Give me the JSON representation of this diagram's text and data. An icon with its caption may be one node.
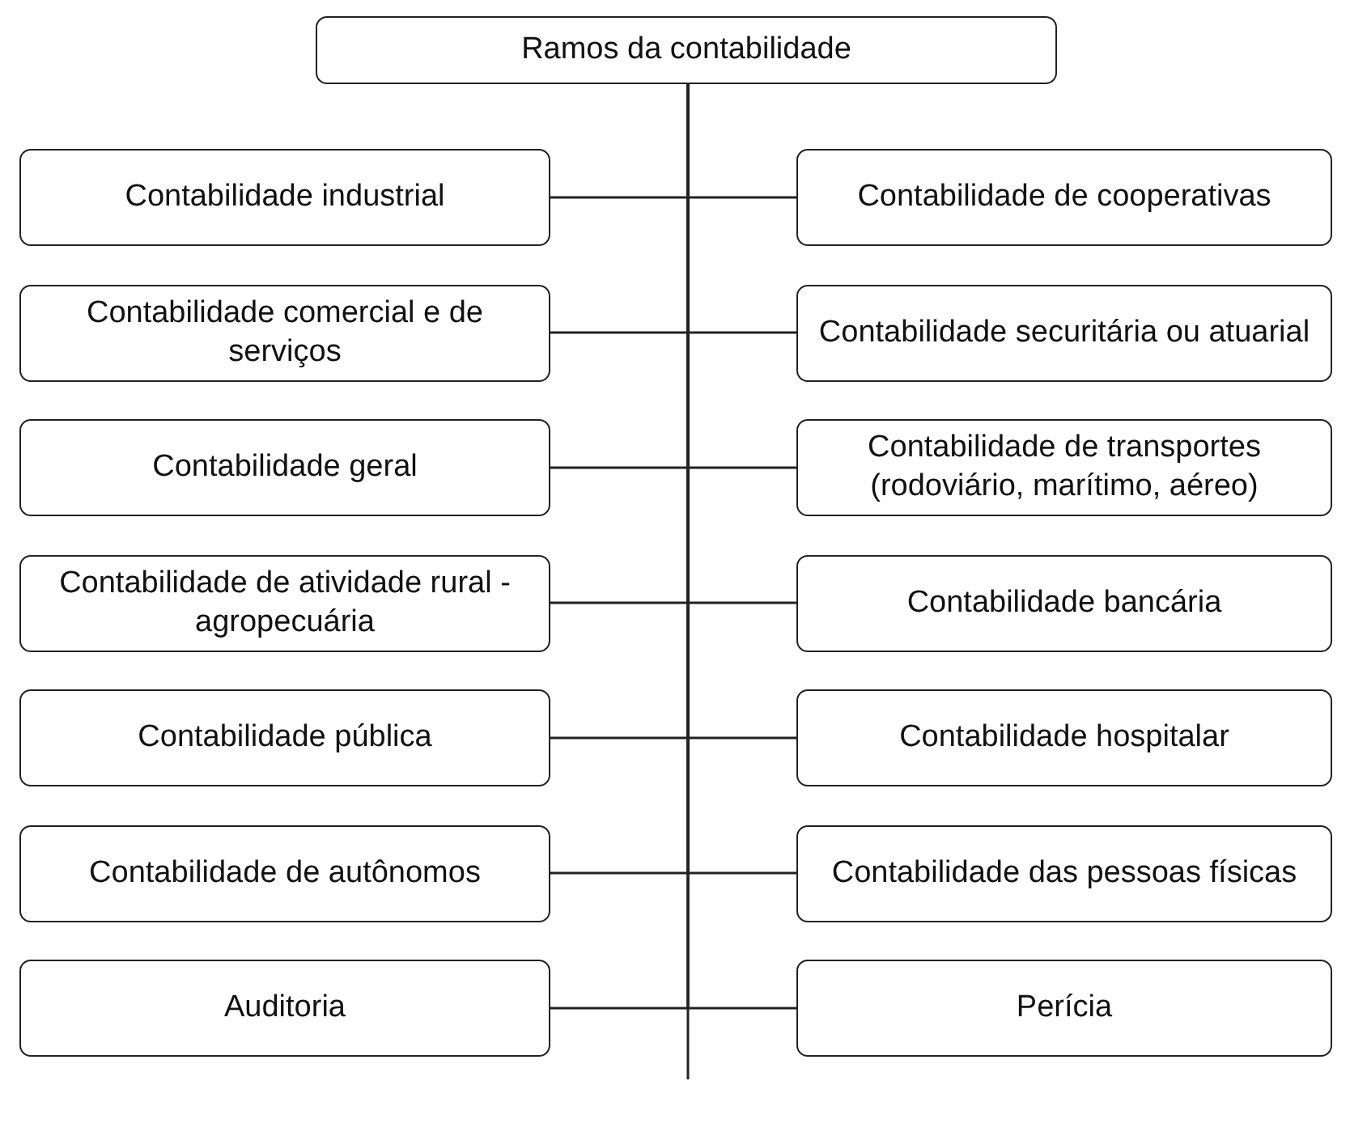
{
  "diagram": {
    "nodes": [
      {
        "text": [
          "Ramos da contabilidade"
        ]
      },
      {
        "text": [
          "Contabilidade industrial"
        ]
      },
      {
        "text": [
          "Contabilidade de cooperativas"
        ]
      },
      {
        "text": [
          "Contabilidade comercial e de serviços"
        ]
      },
      {
        "text": [
          "Contabilidade securitária ou atuarial"
        ]
      },
      {
        "text": [
          "Contabilidade geral"
        ]
      },
      {
        "text": [
          "Contabilidade de transportes (rodoviário, marítimo, aéreo)"
        ]
      },
      {
        "text": [
          "Contabilidade de atividade rural - agropecuária"
        ]
      },
      {
        "text": [
          "Contabilidade bancária"
        ]
      },
      {
        "text": [
          "Contabilidade pública"
        ]
      },
      {
        "text": [
          "Contabilidade hospitalar"
        ]
      },
      {
        "text": [
          "Contabilidade de autônomos"
        ]
      },
      {
        "text": [
          "Contabilidade das pessoas físicas"
        ]
      },
      {
        "text": [
          "Auditoria"
        ]
      },
      {
        "text": [
          "Perícia"
        ]
      }
    ],
    "edges": [
      {
        "from": 0,
        "to": 1,
        "arrow": "none"
      },
      {
        "from": 0,
        "to": 2,
        "arrow": "none"
      },
      {
        "from": 0,
        "to": 3,
        "arrow": "none"
      },
      {
        "from": 0,
        "to": 4,
        "arrow": "none"
      },
      {
        "from": 0,
        "to": 5,
        "arrow": "none"
      },
      {
        "from": 0,
        "to": 6,
        "arrow": "none"
      },
      {
        "from": 0,
        "to": 7,
        "arrow": "none"
      },
      {
        "from": 0,
        "to": 8,
        "arrow": "none"
      },
      {
        "from": 0,
        "to": 9,
        "arrow": "none"
      },
      {
        "from": 0,
        "to": 10,
        "arrow": "none"
      },
      {
        "from": 0,
        "to": 11,
        "arrow": "none"
      },
      {
        "from": 0,
        "to": 12,
        "arrow": "none"
      },
      {
        "from": 0,
        "to": 13,
        "arrow": "none"
      },
      {
        "from": 0,
        "to": 14,
        "arrow": "none"
      }
    ]
  }
}
